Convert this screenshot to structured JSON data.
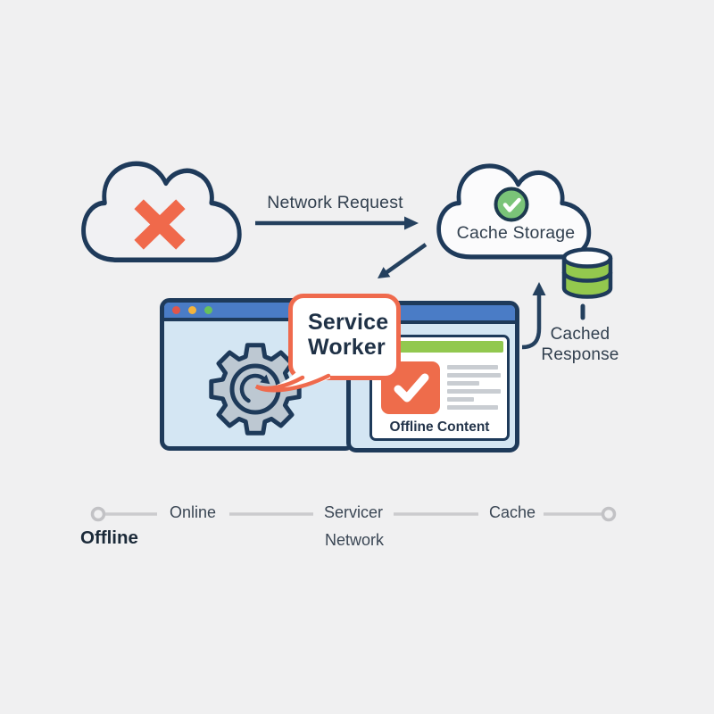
{
  "title": "Service Worker offline caching diagram",
  "colors": {
    "background": "#f0f0f1",
    "outline_navy": "#1e3a5a",
    "accent_orange": "#ef6a4d",
    "titlebar_blue": "#4a7cc6",
    "window_body_blue": "#d4e6f3",
    "green": "#92c84f",
    "check_circle_green": "#7ac478",
    "timeline_gray": "#c9c9cc",
    "dot_red": "#e0554a",
    "dot_yellow": "#f3b33c",
    "dot_green": "#67c15c"
  },
  "icons": {
    "offline_cloud": "cloud-x-icon",
    "cache_cloud": "cloud-icon",
    "check_circle": "check-circle-icon",
    "database": "database-icon",
    "gear": "gear-icon",
    "refresh": "refresh-arrow-icon",
    "check_square": "check-square-icon",
    "window_dots": "window-control-dots",
    "request_arrow": "arrow-right-icon",
    "to_worker_arrow": "arrow-down-left-icon",
    "response_arrow": "arrow-up-icon"
  },
  "labels": {
    "network_request": "Network Request",
    "cache_storage": "Cache Storage",
    "cached_response_line1": "Cached",
    "cached_response_line2": "Response",
    "service_worker_line1": "Service",
    "service_worker_line2": "Worker",
    "offline_content": "Offline Content"
  },
  "timeline": {
    "start_below_label": "Offline",
    "stop1": "Online",
    "stop2": "Servicer",
    "stop2_below": "Network",
    "stop3": "Cache"
  }
}
